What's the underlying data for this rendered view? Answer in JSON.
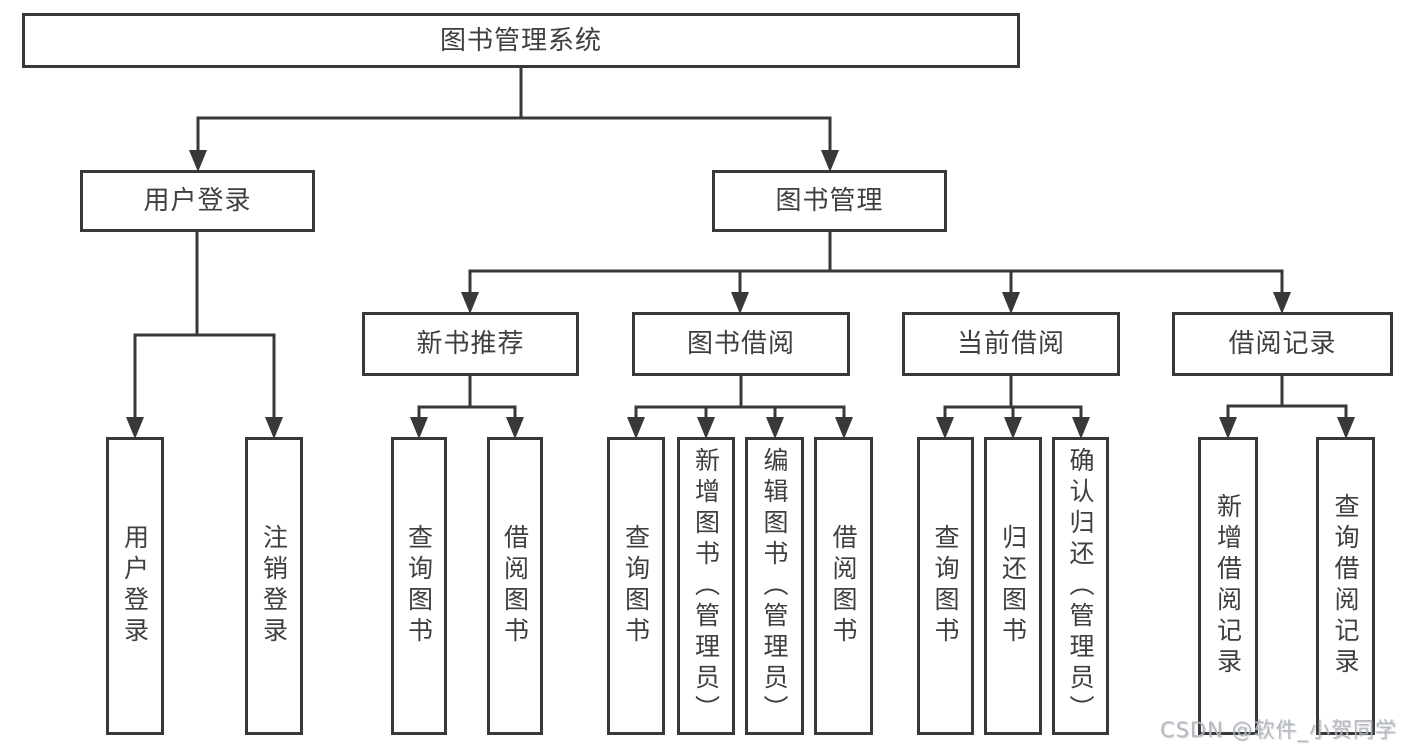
{
  "root": {
    "label": "图书管理系统"
  },
  "branches": {
    "user_login": {
      "label": "用户登录"
    },
    "book_management": {
      "label": "图书管理"
    }
  },
  "modules": [
    {
      "label": "新书推荐"
    },
    {
      "label": "图书借阅"
    },
    {
      "label": "当前借阅"
    },
    {
      "label": "借阅记录"
    }
  ],
  "leaves": [
    {
      "label": "用户登录"
    },
    {
      "label": "注销登录"
    },
    {
      "label": "查询图书"
    },
    {
      "label": "借阅图书"
    },
    {
      "label": "查询图书"
    },
    {
      "label": "新增图书（管理员）"
    },
    {
      "label": "编辑图书（管理员）"
    },
    {
      "label": "借阅图书"
    },
    {
      "label": "查询图书"
    },
    {
      "label": "归还图书"
    },
    {
      "label": "确认归还（管理员）"
    },
    {
      "label": "新增借阅记录"
    },
    {
      "label": "查询借阅记录"
    }
  ],
  "watermark": "CSDN @软件_小贺同学",
  "colors": {
    "line": "#383838",
    "text": "#3f3f3f",
    "background": "#ffffff",
    "watermark": "#b2b7bf"
  }
}
